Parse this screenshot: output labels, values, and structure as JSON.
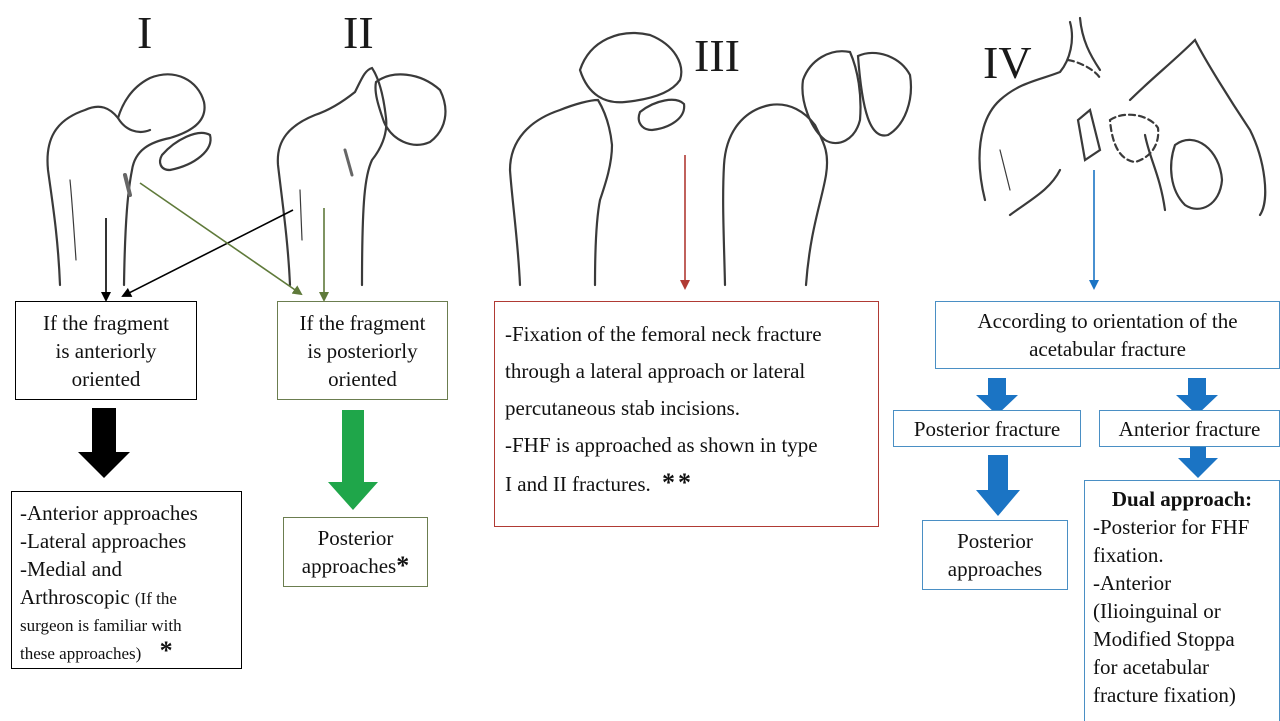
{
  "colors": {
    "black": "#000000",
    "green_box": "#6b7d4f",
    "green_arrow": "#1fa64a",
    "red": "#b03a34",
    "blue": "#1b74c4",
    "blue_box": "#4a8fc4",
    "sketch": "#3a3a3a"
  },
  "labels": {
    "i": "I",
    "ii": "II",
    "iii": "III",
    "iv": "IV"
  },
  "type1": {
    "box": [
      "If the fragment",
      "is anteriorly",
      "oriented"
    ],
    "approaches": [
      "-Anterior approaches",
      "-Lateral approaches",
      "-Medial and"
    ],
    "arthro_main": "Arthroscopic",
    "arthro_note": "(If the",
    "note_lines": [
      "surgeon is familiar with",
      "these approaches)"
    ],
    "star": "*"
  },
  "type2": {
    "box": [
      "If the fragment",
      "is posteriorly",
      "oriented"
    ],
    "result_lines": [
      "Posterior",
      "approaches"
    ],
    "star": "*"
  },
  "type3": {
    "lines": [
      "-Fixation of the femoral neck fracture",
      "through a lateral approach or lateral",
      "percutaneous stab incisions.",
      "-FHF is approached as shown in type"
    ],
    "last_line": "I and II fractures.",
    "stars": "**"
  },
  "type4": {
    "box": [
      "According to orientation of the",
      "acetabular fracture"
    ],
    "posterior": "Posterior fracture",
    "anterior": "Anterior fracture",
    "posterior_result": [
      "Posterior",
      "approaches"
    ],
    "dual_title": "Dual approach:",
    "dual_lines": [
      "-Posterior for FHF",
      "fixation.",
      "-Anterior",
      "(Ilioinguinal  or",
      "Modified Stoppa",
      "for acetabular",
      "fracture fixation)"
    ]
  }
}
